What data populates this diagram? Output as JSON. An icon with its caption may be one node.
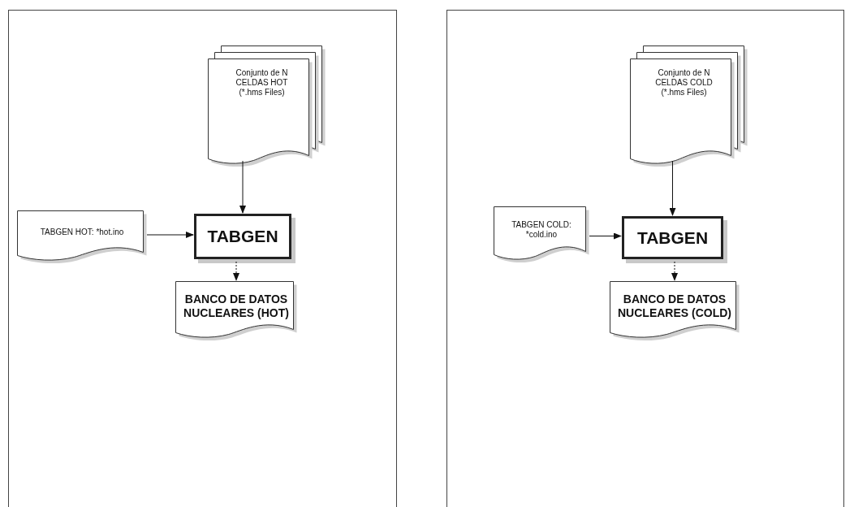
{
  "diagram": {
    "nodes": [
      {
        "text": [],
        "shape": "box"
      },
      {
        "text": [
          "Conjunto de N CELDAS HOT (*.hms Files)"
        ],
        "in": 0
      },
      {
        "text": [
          "TABGEN HOT: *hot.ino"
        ],
        "in": 0
      },
      {
        "text": [
          "TABGEN"
        ],
        "in": 0
      },
      {
        "text": [
          "BANCO DE DATOS NUCLEARES (HOT)"
        ],
        "in": 0
      },
      {
        "text": [],
        "shape": "box"
      },
      {
        "text": [
          "Conjunto de N CELDAS COLD (*.hms Files)"
        ],
        "in": 5
      },
      {
        "text": [
          "TABGEN COLD: *cold.ino"
        ],
        "in": 5
      },
      {
        "text": [
          "TABGEN"
        ],
        "in": 5
      },
      {
        "text": [
          "BANCO DE DATOS NUCLEARES (COLD)"
        ],
        "in": 5
      }
    ],
    "edges": [
      {
        "from": 1,
        "to": 3,
        "arrow": "to"
      },
      {
        "from": 2,
        "to": 3,
        "arrow": "to"
      },
      {
        "from": 3,
        "to": 4,
        "arrow": "to",
        "style": "dashed"
      },
      {
        "from": 6,
        "to": 8,
        "arrow": "to"
      },
      {
        "from": 7,
        "to": 8,
        "arrow": "to"
      },
      {
        "from": 8,
        "to": 9,
        "arrow": "to",
        "style": "dashed"
      }
    ]
  }
}
